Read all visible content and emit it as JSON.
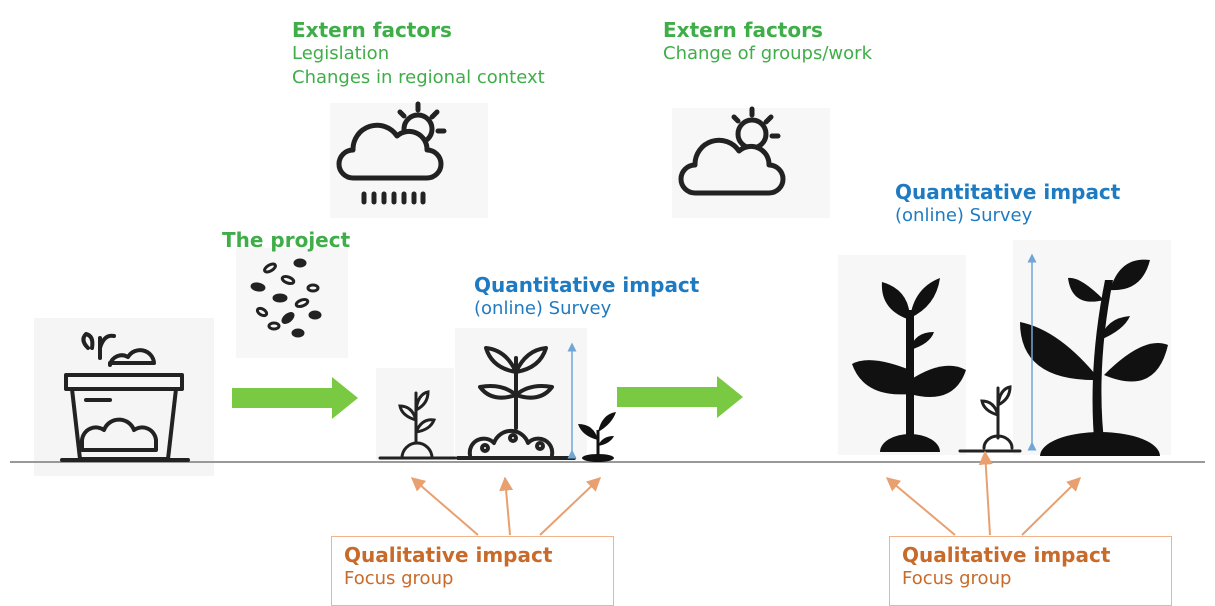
{
  "extern_left": {
    "title": "Extern factors",
    "lines": [
      "Legislation",
      "Changes in regional context"
    ]
  },
  "extern_right": {
    "title": "Extern factors",
    "lines": [
      "Change of groups/work"
    ]
  },
  "project": {
    "title": "The project"
  },
  "quant_left": {
    "title": "Quantitative impact",
    "subtitle": "(online) Survey"
  },
  "quant_right": {
    "title": "Quantitative impact",
    "subtitle": "(online) Survey"
  },
  "qual_left": {
    "title": "Qualitative impact",
    "subtitle": "Focus group"
  },
  "qual_right": {
    "title": "Qualitative impact",
    "subtitle": "Focus group"
  },
  "icons": {
    "weather_left": "rain-cloud-sun-icon",
    "weather_right": "cloud-sun-icon",
    "seeds": "seeds-icon",
    "soil_pot": "soil-pot-icon",
    "sprout_small": "sprout-icon",
    "seedling_medium": "seedling-icon",
    "plant_large": "large-plant-icon"
  },
  "colors": {
    "green": "#3fae49",
    "arrow_green": "#7ac943",
    "blue": "#1f7bc1",
    "orange": "#c86a2a",
    "box_border": "#f0b48c",
    "ground": "#999999"
  }
}
